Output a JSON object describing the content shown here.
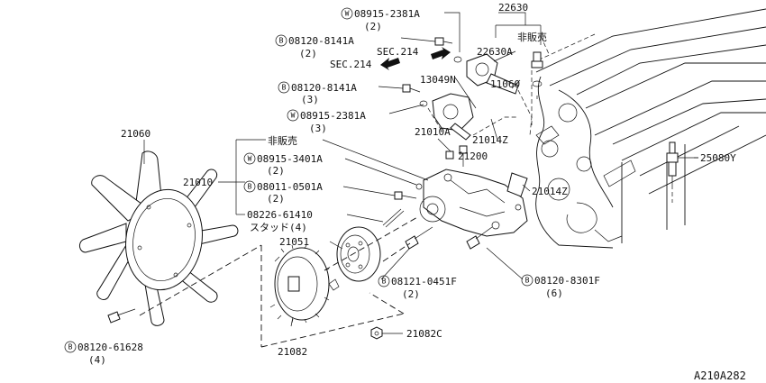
{
  "diagram": {
    "page_ref": "A210A282",
    "labels": {
      "p22630": "22630",
      "p22630a": "22630A",
      "not_for_sale_top": "非販売",
      "w08915_2381a_top": "08915-2381A",
      "w08915_2381a_top_qty": "(2)",
      "b08120_8141a_top": "08120-8141A",
      "b08120_8141a_top_qty": "(2)",
      "sec214_a": "SEC.214",
      "sec214_b": "SEC.214",
      "p13049n": "13049N",
      "p11060": "11060",
      "b08120_8141a_mid": "08120-8141A",
      "b08120_8141a_mid_qty": "(3)",
      "w08915_2381a_mid": "08915-2381A",
      "w08915_2381a_mid_qty": "(3)",
      "p21014z_top": "21014Z",
      "p21010a": "21010A",
      "p21200": "21200",
      "p21060": "21060",
      "not_for_sale_mid": "非販売",
      "w08915_3401a": "08915-3401A",
      "w08915_3401a_qty": "(2)",
      "p21010": "21010",
      "b08011_0501a": "08011-0501A",
      "b08011_0501a_qty": "(2)",
      "p08226_61410": "08226-61410",
      "stud_qty": "スタッド(4)",
      "p21014z_mid": "21014Z",
      "p25080y": "25080Y",
      "p21051": "21051",
      "b08121_0451f": "08121-0451F",
      "b08121_0451f_qty": "(2)",
      "b08120_8301f": "08120-8301F",
      "b08120_8301f_qty": "(6)",
      "b08120_61628": "08120-61628",
      "b08120_61628_qty": "(4)",
      "p21082": "21082",
      "p21082c": "21082C"
    },
    "symbols": {
      "washer": "W",
      "bolt": "B"
    }
  }
}
